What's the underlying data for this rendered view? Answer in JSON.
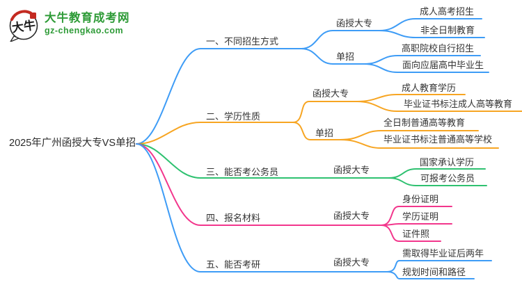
{
  "logo": {
    "icon_text": "大牛",
    "site_name": "大牛教育成考网",
    "site_url": "gz-chengkao.com",
    "brand_color": "#2E9B37",
    "seal_color": "#C42A21"
  },
  "central_topic": "2025年广州函授大专VS单招",
  "branches": [
    {
      "label": "一、不同招生方式",
      "color": "#3E9CF6",
      "children": [
        {
          "label": "函授大专",
          "children": [
            {
              "label": "成人高考招生"
            },
            {
              "label": "非全日制教育"
            }
          ]
        },
        {
          "label": "单招",
          "children": [
            {
              "label": "高职院校自行招生"
            },
            {
              "label": "面向应届高中毕业生"
            }
          ]
        }
      ]
    },
    {
      "label": "二、学历性质",
      "color": "#F7A522",
      "children": [
        {
          "label": "函授大专",
          "children": [
            {
              "label": "成人教育学历"
            },
            {
              "label": "毕业证书标注成人高等教育"
            }
          ]
        },
        {
          "label": "单招",
          "children": [
            {
              "label": "全日制普通高等教育"
            },
            {
              "label": "毕业证书标注普通高等学校"
            }
          ]
        }
      ]
    },
    {
      "label": "三、能否考公务员",
      "color": "#2EC170",
      "children": [
        {
          "label": "函授大专",
          "children": [
            {
              "label": "国家承认学历"
            },
            {
              "label": "可报考公务员"
            }
          ]
        }
      ]
    },
    {
      "label": "四、报名材料",
      "color": "#F2368C",
      "children": [
        {
          "label": "函授大专",
          "children": [
            {
              "label": "身份证明"
            },
            {
              "label": "学历证明"
            },
            {
              "label": "证件照"
            }
          ]
        }
      ]
    },
    {
      "label": "五、能否考研",
      "color": "#3E9CF6",
      "children": [
        {
          "label": "函授大专",
          "children": [
            {
              "label": "需取得毕业证后两年"
            },
            {
              "label": "规划时间和路径"
            }
          ]
        }
      ]
    }
  ]
}
